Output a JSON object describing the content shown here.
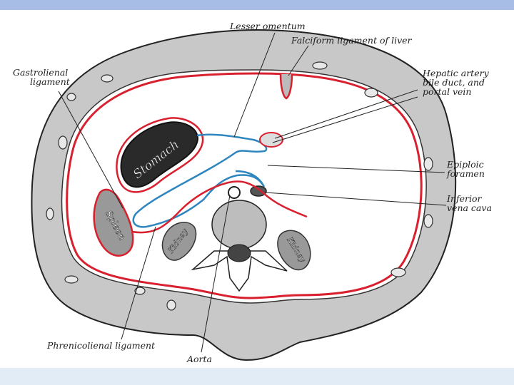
{
  "labels": {
    "lesser_omentum": "Lesser omentum",
    "falciform": "Falciform ligament of liver",
    "gastrolienal_1": "Gastrolienal",
    "gastrolienal_2": "ligament",
    "hepatic_1": "Hepatic artery",
    "hepatic_2": "bile duct, and",
    "hepatic_3": "portal vein",
    "epiploic_1": "Epiploic",
    "epiploic_2": "foramen",
    "ivc_1": "Inferior",
    "ivc_2": "vena cava",
    "phrenicolienal": "Phrenicolienal ligament",
    "aorta": "Aorta"
  },
  "organs": {
    "stomach": "Stomach",
    "spleen": "Spleen",
    "kidney_left": "Kidney",
    "kidney_right": "Kidney"
  },
  "colors": {
    "peritoneum_greater_sac": "#d8202e",
    "peritoneum_lesser_sac": "#2e86bf",
    "body_wall": "#c8c8c8",
    "slide_top_bar": "#a7bde6",
    "slide_bottom_bar": "#e2ecf7"
  }
}
